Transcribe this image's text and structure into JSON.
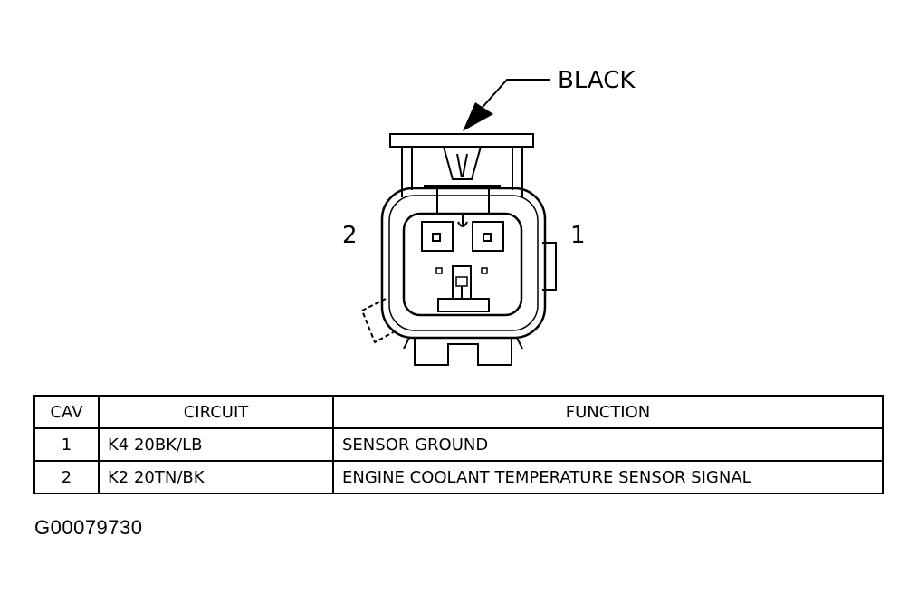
{
  "diagram": {
    "color_callout": "BLACK",
    "cavity_left_label": "2",
    "cavity_right_label": "1"
  },
  "table": {
    "headers": {
      "cav": "CAV",
      "circuit": "CIRCUIT",
      "function": "FUNCTION"
    },
    "rows": [
      {
        "cav": "1",
        "circuit": "K4 20BK/LB",
        "function": "SENSOR GROUND"
      },
      {
        "cav": "2",
        "circuit": "K2 20TN/BK",
        "function": "ENGINE COOLANT TEMPERATURE SENSOR SIGNAL"
      }
    ]
  },
  "figure_id": "G00079730"
}
